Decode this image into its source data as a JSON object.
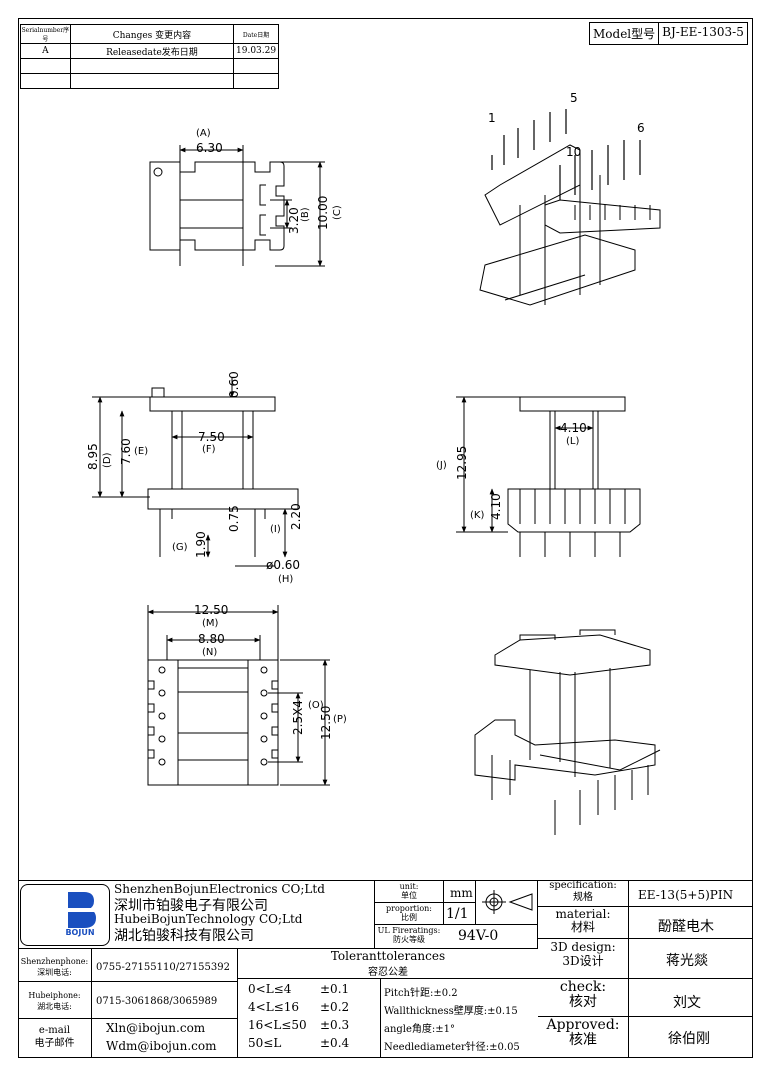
{
  "revision": {
    "headers": {
      "serial": "Serialnumber序号",
      "changes": "Changes  变更内容",
      "date": "Date日期"
    },
    "rows": [
      {
        "serial": "A",
        "changes": "Releasedate发布日期",
        "date": "19.03.29"
      }
    ]
  },
  "model": {
    "label": "Model型号",
    "value": "BJ-EE-1303-5"
  },
  "pins": {
    "p1": "1",
    "p5": "5",
    "p6": "6",
    "p10": "10"
  },
  "dims": {
    "a": "6.30",
    "a_tag": "(A)",
    "b": "3.20",
    "b_tag": "(B)",
    "c": "10.00",
    "c_tag": "(C)",
    "d": "8.95",
    "d_tag": "(D)",
    "e": "7.60",
    "e_tag": "(E)",
    "f": "7.50",
    "f_tag": "(F)",
    "g": "1.90",
    "g_tag": "(G)",
    "h": "ø0.60",
    "h_tag": "(H)",
    "i": "2.20",
    "i_tag": "(I)",
    "t060": "0.60",
    "t075": "0.75",
    "j": "12.95",
    "j_tag": "(J)",
    "k": "4.10",
    "k_tag": "(K)",
    "l": "4.10",
    "l_tag": "(L)",
    "m": "12.50",
    "m_tag": "(M)",
    "n": "8.80",
    "n_tag": "(N)",
    "o": "2.5X4",
    "o_tag": "(O)",
    "p": "12.50",
    "p_tag": "(P)"
  },
  "titleblock": {
    "company_en1": "ShenzhenBojunElectronics CO;Ltd",
    "company_cn1": "深圳市铂骏电子有限公司",
    "company_en2": "HubeiBojunTechnology CO;Ltd",
    "company_cn2": "湖北铂骏科技有限公司",
    "logo_text": "BOJUN",
    "unit_label": "unit:\n单位",
    "unit_value": "mm",
    "proportion_label": "proportion:\n比例",
    "proportion_value": "1/1",
    "fire_label": "UL Fireratings:\n防火等级",
    "fire_value": "94V-0",
    "spec_label": "specification:\n规格",
    "spec_value": "EE-13(5+5)PIN",
    "material_label": "material:\n材料",
    "material_value": "酚醛电木",
    "design_label": "3D design:\n3D设计",
    "design_value": "蒋光燚",
    "check_label": "check:\n核对",
    "check_value": "刘文",
    "approved_label": "Approved:\n核准",
    "approved_value": "徐伯刚",
    "sz_phone_label": "Shenzhenphone:\n深圳电话:",
    "sz_phone": "0755-27155110/27155392",
    "hb_phone_label": "Hubeiphone:\n湖北电话:",
    "hb_phone": "0715-3061868/3065989",
    "email_label": "e-mail\n电子邮件",
    "email1": "Xln@ibojun.com",
    "email2": "Wdm@ibojun.com",
    "tol_title": "Toleranttolerances",
    "tol_cn": "容忍公差",
    "tol_rows": [
      {
        "range": "0<L≤4",
        "val": "±0.1"
      },
      {
        "range": "4<L≤16",
        "val": "±0.2"
      },
      {
        "range": "16<L≤50",
        "val": "±0.3"
      },
      {
        "range": "50≤L",
        "val": "±0.4"
      }
    ],
    "pitch": "Pitch针距:±0.2",
    "wall": "Wallthickness壁厚度:±0.15",
    "angle": "angle角度:±1°",
    "needle": "Needlediameter针径:±0.05"
  }
}
